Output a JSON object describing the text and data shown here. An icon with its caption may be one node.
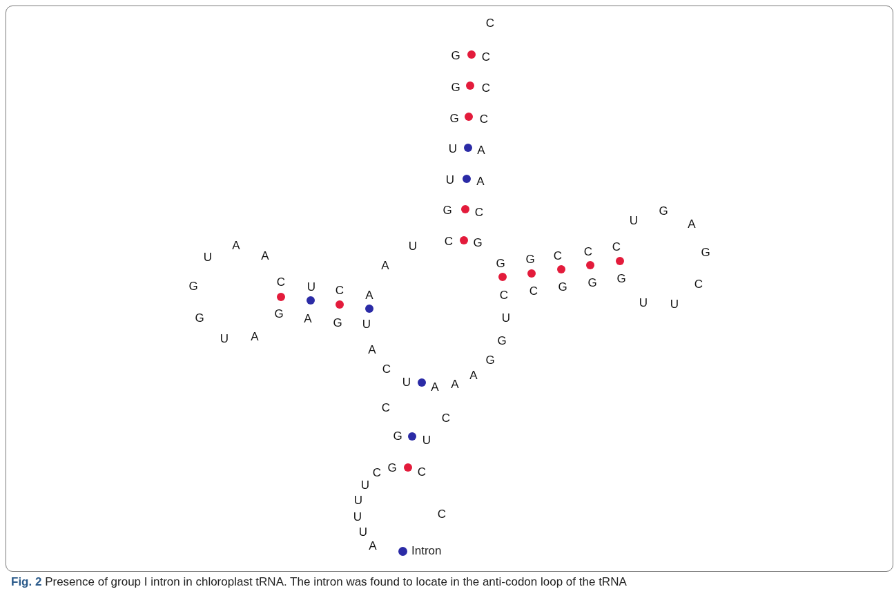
{
  "diagram": {
    "caption": "**Fig. 2** Presence of group I intron in chloroplast tRNA. The intron was found to locate in the anti-codon loop of the tRNA",
    "labels": [
      "C",
      "G",
      "C",
      "G",
      "C",
      "G",
      "C",
      "U",
      "A",
      "U",
      "A",
      "G",
      "C",
      "U",
      "G",
      "A",
      "U",
      "A",
      "A",
      "A",
      "U",
      "C",
      "G",
      "G",
      "G",
      "C",
      "C",
      "C",
      "G",
      "G",
      "G",
      "G",
      "C",
      "A",
      "U",
      "G",
      "C",
      "U",
      "A",
      "C",
      "U",
      "C",
      "G",
      "G",
      "G",
      "U",
      "U",
      "C",
      "U",
      "A",
      "A",
      "C",
      "U",
      "A",
      "A",
      "A",
      "G",
      "G",
      "C",
      "C",
      "G",
      "U",
      "C",
      "G",
      "C",
      "U",
      "U",
      "U",
      "C",
      "U",
      "A"
    ],
    "legend": [
      {
        "text": "Intron",
        "color": "#2b2ba6"
      }
    ]
  }
}
